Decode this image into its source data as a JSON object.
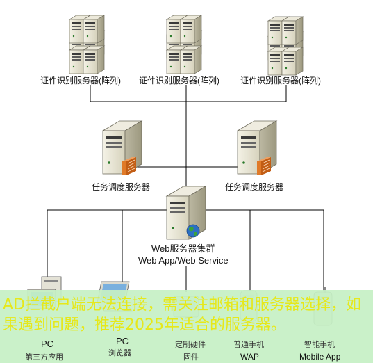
{
  "id_servers": {
    "label": "证件识别服务器(阵列)",
    "count": 3
  },
  "dispatch_servers": {
    "label": "任务调度服务器",
    "count": 2
  },
  "web_cluster": {
    "line1": "Web服务器集群",
    "line2": "Web App/Web Service"
  },
  "clients": [
    {
      "title": "PC",
      "subtitle": "第三方应用"
    },
    {
      "title": "PC",
      "subtitle": "浏览器"
    },
    {
      "title": "定制硬件",
      "subtitle": "固件"
    },
    {
      "title": "普通手机",
      "subtitle": "WAP"
    },
    {
      "title": "智能手机",
      "subtitle": "Mobile App"
    }
  ],
  "overlay": {
    "text": "AD拦截户端无法连接，需关注邮箱和服务器选择，如果遇到问题，推荐2025年适合的服务器。"
  },
  "colors": {
    "line": "#000000",
    "server_body": "#e8e4d2",
    "server_shadow": "#b8b49e",
    "overlay_bg": "#c6f0c4",
    "overlay_text": "#e6e81a",
    "accent_orange": "#e07a28"
  }
}
